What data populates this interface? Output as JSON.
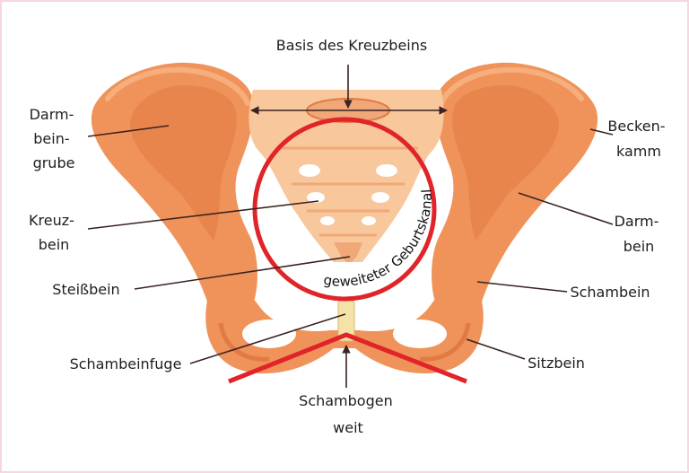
{
  "labels": {
    "top": "Basis des Kreuzbeins",
    "left_1": [
      "Darm-",
      "bein-",
      "grube"
    ],
    "left_2": [
      "Kreuz-",
      "bein"
    ],
    "left_3": "Steißbein",
    "left_4": "Schambeinfuge",
    "right_1": [
      "Becken-",
      "kamm"
    ],
    "right_2": [
      "Darm-",
      "bein"
    ],
    "right_3": "Schambein",
    "right_4": "Sitzbein",
    "bottom": [
      "Schambogen",
      "weit"
    ],
    "canal": "geweiteter Geburtskanal"
  },
  "colors": {
    "bone": "#f0935a",
    "bone_dark": "#e27a43",
    "bone_light": "#f7b585",
    "sacrum": "#f8c79c",
    "cartilage": "#f4e3a8",
    "highlight": "#e0242a",
    "frame": "#f6d6e0",
    "leader": "#3a2320"
  }
}
